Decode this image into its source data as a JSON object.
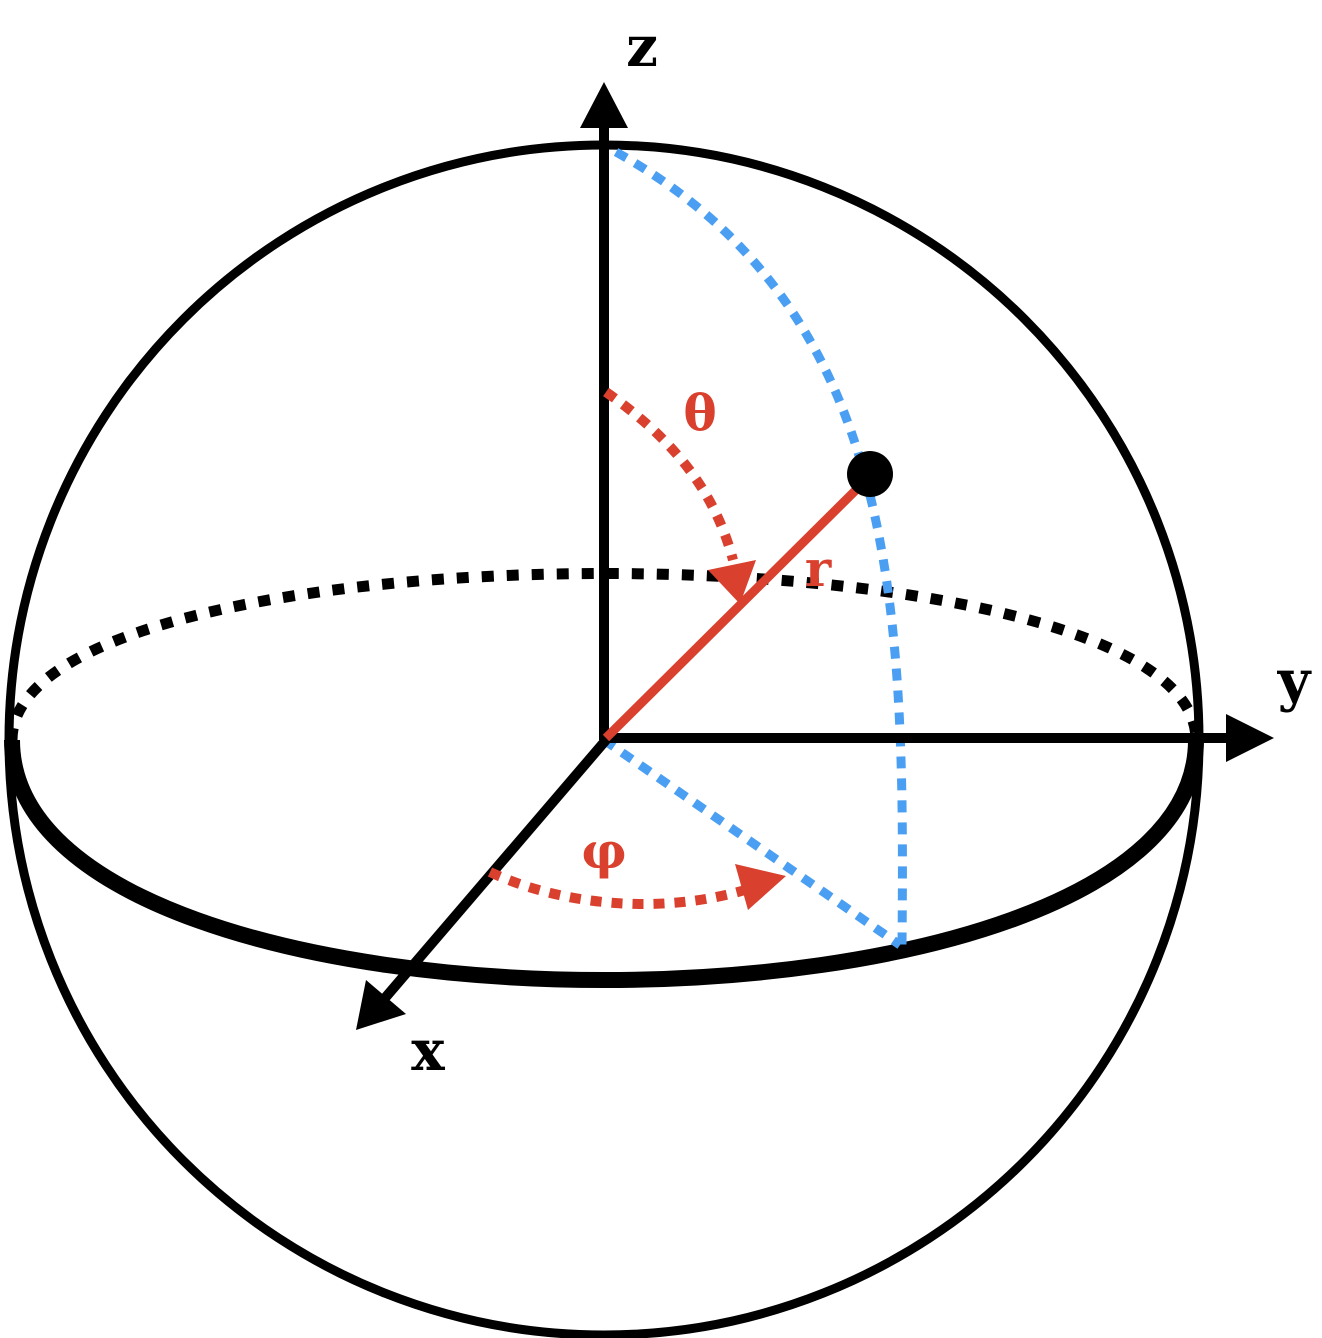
{
  "labels": {
    "z": "z",
    "y": "y",
    "x": "x",
    "theta": "θ",
    "phi": "φ",
    "r": "r"
  },
  "colors": {
    "outline": "#000000",
    "accent_red": "#d9412e",
    "guide_blue": "#4b9ff2",
    "background": "#ffffff"
  }
}
